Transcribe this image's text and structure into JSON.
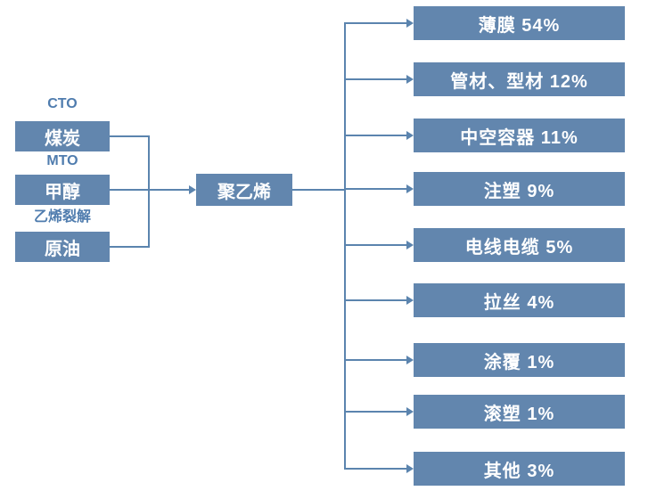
{
  "diagram": {
    "description": "聚乙烯 feedstock-to-application flow diagram",
    "colors": {
      "box_fill": "#6286ae",
      "connector_line": "#5b84ae",
      "route_label_text": "#4f7cae",
      "box_text": "#ffffff",
      "background": "#ffffff"
    },
    "left_column": {
      "items": [
        {
          "route_label": "CTO",
          "feedstock": "煤炭"
        },
        {
          "route_label": "MTO",
          "feedstock": "甲醇"
        },
        {
          "route_label": "乙烯裂解",
          "feedstock": "原油"
        }
      ]
    },
    "center_node": {
      "label": "聚乙烯"
    },
    "right_column": {
      "items": [
        {
          "label": "薄膜 54%",
          "application": "薄膜",
          "share": "54%"
        },
        {
          "label": "管材、型材 12%",
          "application": "管材、型材",
          "share": "12%"
        },
        {
          "label": "中空容器 11%",
          "application": "中空容器",
          "share": "11%"
        },
        {
          "label": "注塑 9%",
          "application": "注塑",
          "share": "9%"
        },
        {
          "label": "电线电缆 5%",
          "application": "电线电缆",
          "share": "5%"
        },
        {
          "label": "拉丝 4%",
          "application": "拉丝",
          "share": "4%"
        },
        {
          "label": "涂覆 1%",
          "application": "涂覆",
          "share": "1%"
        },
        {
          "label": "滚塑 1%",
          "application": "滚塑",
          "share": "1%"
        },
        {
          "label": "其他 3%",
          "application": "其他",
          "share": "3%"
        }
      ]
    }
  }
}
